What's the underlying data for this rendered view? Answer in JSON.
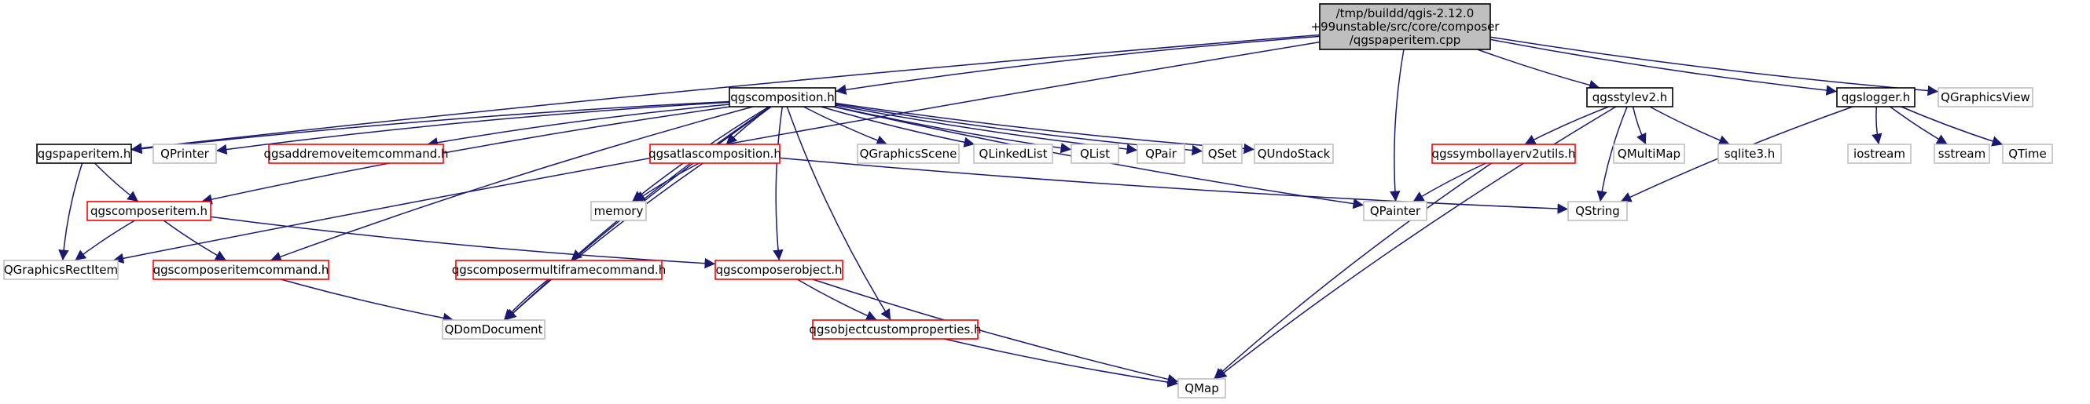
{
  "colors": {
    "edge": "#191970",
    "box_black": "#000000",
    "box_red": "#ff0000",
    "box_gray": "#bfbfbf",
    "root_fill": "#bfbfbf",
    "text": "#000000"
  },
  "nodes": [
    {
      "id": "root",
      "label": "/tmp/buildd/qgis-2.12.0\n+99unstable/src/core/composer\n/qgspaperitem.cpp",
      "style": "root"
    },
    {
      "id": "qgscomposition",
      "label": "qgscomposition.h",
      "style": "black"
    },
    {
      "id": "qgsstylev2",
      "label": "qgsstylev2.h",
      "style": "black"
    },
    {
      "id": "qgslogger",
      "label": "qgslogger.h",
      "style": "black"
    },
    {
      "id": "QGraphicsView",
      "label": "QGraphicsView",
      "style": "gray"
    },
    {
      "id": "qgspaperitem",
      "label": "qgspaperitem.h",
      "style": "black"
    },
    {
      "id": "QPrinter",
      "label": "QPrinter",
      "style": "gray"
    },
    {
      "id": "qgsaddremove",
      "label": "qgsaddremoveitemcommand.h",
      "style": "red"
    },
    {
      "id": "qgsatlas",
      "label": "qgsatlascomposition.h",
      "style": "red"
    },
    {
      "id": "QGraphicsScene",
      "label": "QGraphicsScene",
      "style": "gray"
    },
    {
      "id": "QLinkedList",
      "label": "QLinkedList",
      "style": "gray"
    },
    {
      "id": "QList",
      "label": "QList",
      "style": "gray"
    },
    {
      "id": "QPair",
      "label": "QPair",
      "style": "gray"
    },
    {
      "id": "QSet",
      "label": "QSet",
      "style": "gray"
    },
    {
      "id": "QUndoStack",
      "label": "QUndoStack",
      "style": "gray"
    },
    {
      "id": "qgssymbollayer",
      "label": "qgssymbollayerv2utils.h",
      "style": "red"
    },
    {
      "id": "QMultiMap",
      "label": "QMultiMap",
      "style": "gray"
    },
    {
      "id": "sqlite3",
      "label": "sqlite3.h",
      "style": "gray"
    },
    {
      "id": "iostream",
      "label": "iostream",
      "style": "gray"
    },
    {
      "id": "sstream",
      "label": "sstream",
      "style": "gray"
    },
    {
      "id": "QTime",
      "label": "QTime",
      "style": "gray"
    },
    {
      "id": "qgscomposeritem",
      "label": "qgscomposeritem.h",
      "style": "red"
    },
    {
      "id": "memory",
      "label": "memory",
      "style": "gray"
    },
    {
      "id": "QPainter",
      "label": "QPainter",
      "style": "gray"
    },
    {
      "id": "QString",
      "label": "QString",
      "style": "gray"
    },
    {
      "id": "QGraphicsRectItem",
      "label": "QGraphicsRectItem",
      "style": "gray"
    },
    {
      "id": "qgscomposeritemcommand",
      "label": "qgscomposeritemcommand.h",
      "style": "red"
    },
    {
      "id": "qgscomposermultiframe",
      "label": "qgscomposermultiframecommand.h",
      "style": "red"
    },
    {
      "id": "qgscomposerobject",
      "label": "qgscomposerobject.h",
      "style": "red"
    },
    {
      "id": "QDomDocument",
      "label": "QDomDocument",
      "style": "gray"
    },
    {
      "id": "qgsobjectcustom",
      "label": "qgsobjectcustomproperties.h",
      "style": "red"
    },
    {
      "id": "QMap",
      "label": "QMap",
      "style": "gray"
    }
  ],
  "edges": [
    [
      "root",
      "qgscomposition"
    ],
    [
      "root",
      "qgsstylev2"
    ],
    [
      "root",
      "qgslogger"
    ],
    [
      "root",
      "QGraphicsView"
    ],
    [
      "root",
      "qgspaperitem"
    ],
    [
      "root",
      "QGraphicsRectItem"
    ],
    [
      "root",
      "QPainter"
    ],
    [
      "qgscomposition",
      "qgspaperitem"
    ],
    [
      "qgscomposition",
      "QPrinter"
    ],
    [
      "qgscomposition",
      "qgsaddremove"
    ],
    [
      "qgscomposition",
      "qgsatlas"
    ],
    [
      "qgscomposition",
      "QGraphicsScene"
    ],
    [
      "qgscomposition",
      "QLinkedList"
    ],
    [
      "qgscomposition",
      "QList"
    ],
    [
      "qgscomposition",
      "QPair"
    ],
    [
      "qgscomposition",
      "QSet"
    ],
    [
      "qgscomposition",
      "QUndoStack"
    ],
    [
      "qgscomposition",
      "QPainter"
    ],
    [
      "qgscomposition",
      "qgscomposeritem"
    ],
    [
      "qgscomposition",
      "memory"
    ],
    [
      "qgscomposition",
      "qgscomposeritemcommand"
    ],
    [
      "qgscomposition",
      "qgscomposermultiframe"
    ],
    [
      "qgscomposition",
      "qgscomposerobject"
    ],
    [
      "qgscomposition",
      "qgsobjectcustom"
    ],
    [
      "qgscomposition",
      "QDomDocument"
    ],
    [
      "qgsstylev2",
      "qgssymbollayer"
    ],
    [
      "qgsstylev2",
      "QMultiMap"
    ],
    [
      "qgsstylev2",
      "sqlite3"
    ],
    [
      "qgsstylev2",
      "QString"
    ],
    [
      "qgsstylev2",
      "QMap"
    ],
    [
      "qgslogger",
      "iostream"
    ],
    [
      "qgslogger",
      "sstream"
    ],
    [
      "qgslogger",
      "QTime"
    ],
    [
      "qgslogger",
      "QString"
    ],
    [
      "qgspaperitem",
      "qgscomposeritem"
    ],
    [
      "qgspaperitem",
      "QGraphicsRectItem"
    ],
    [
      "qgsatlas",
      "memory"
    ],
    [
      "qgsatlas",
      "QString"
    ],
    [
      "qgsatlas",
      "QDomDocument"
    ],
    [
      "qgssymbollayer",
      "QPainter"
    ],
    [
      "qgssymbollayer",
      "QMap"
    ],
    [
      "qgscomposeritem",
      "QGraphicsRectItem"
    ],
    [
      "qgscomposeritem",
      "qgscomposeritemcommand"
    ],
    [
      "qgscomposeritem",
      "qgscomposerobject"
    ],
    [
      "qgscomposeritemcommand",
      "QDomDocument"
    ],
    [
      "qgscomposermultiframe",
      "QDomDocument"
    ],
    [
      "qgscomposerobject",
      "qgsobjectcustom"
    ],
    [
      "qgscomposerobject",
      "QMap"
    ],
    [
      "qgsobjectcustom",
      "QMap"
    ]
  ]
}
